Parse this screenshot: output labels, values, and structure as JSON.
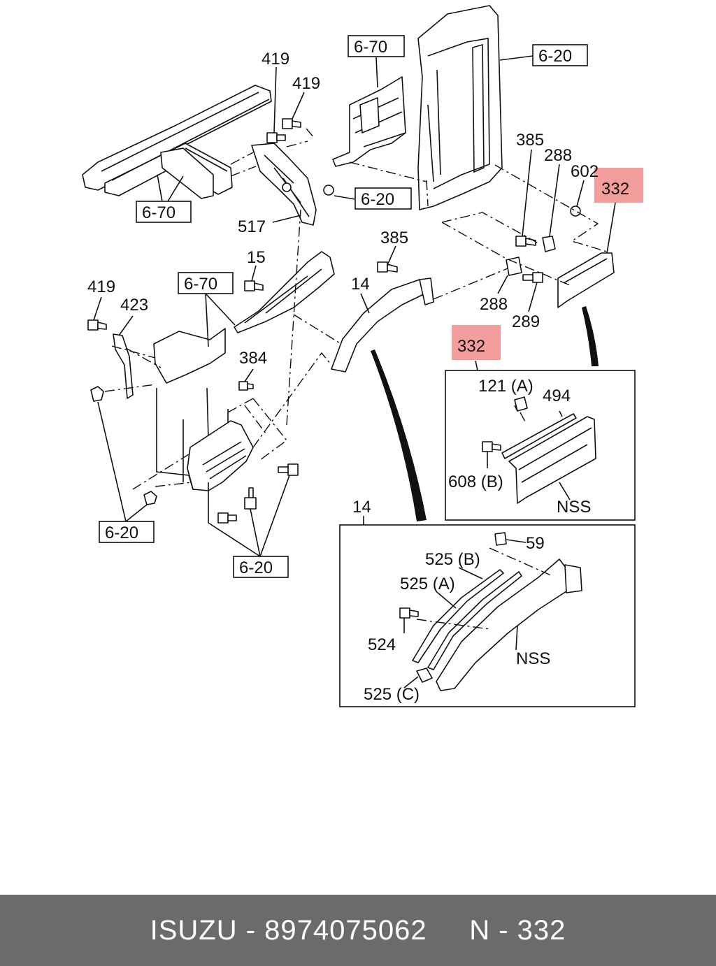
{
  "labels": {
    "l419a": "419",
    "l419b": "419",
    "l419c": "419",
    "l670a": "6-70",
    "l670b": "6-70",
    "l670c": "6-70",
    "l620a": "6-20",
    "l620b": "6-20",
    "l620c": "6-20",
    "l620d": "6-20",
    "l517": "517",
    "l15": "15",
    "l423": "423",
    "l384": "384",
    "l385a": "385",
    "l385b": "385",
    "l288a": "288",
    "l288b": "288",
    "l602": "602",
    "l332a": "332",
    "l332b": "332",
    "l14a": "14",
    "l14b": "14",
    "l289": "289",
    "l121a": "121 (A)",
    "l494": "494",
    "l608b": "608 (B)",
    "lnss1": "NSS",
    "lnss2": "NSS",
    "l59": "59",
    "l525b": "525 (B)",
    "l525a": "525 (A)",
    "l524": "524",
    "l525c": "525 (C)"
  },
  "highlight_color": "#f28c8c",
  "footer": {
    "text": "ISUZU - 8974075062     N - 332",
    "background": "#6b6b6b"
  }
}
